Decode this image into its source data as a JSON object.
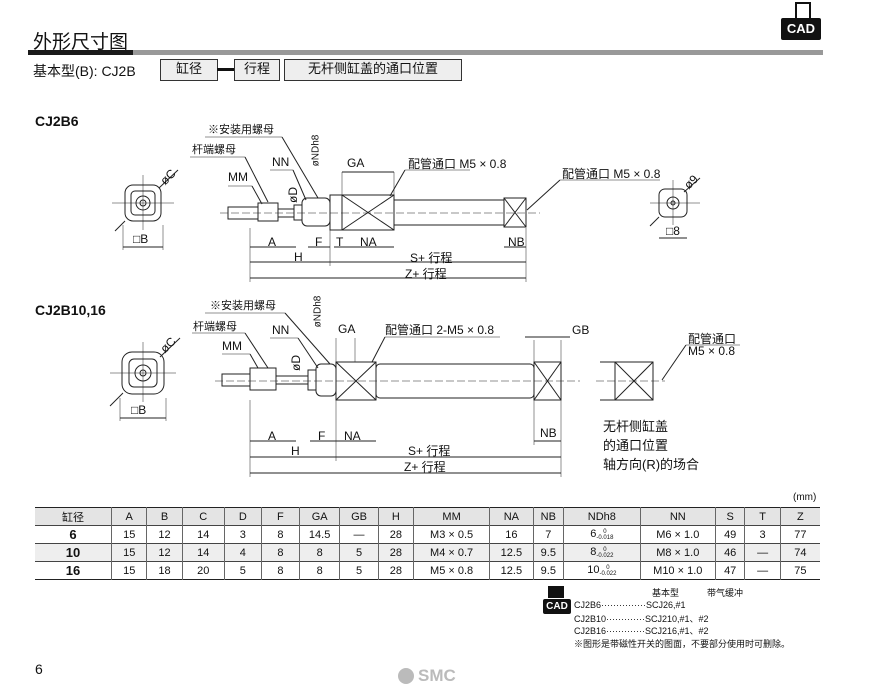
{
  "header": {
    "title": "外形尺寸图",
    "cad_badge": "CAD",
    "subtitle": "基本型(B): CJ2B",
    "boxes": [
      "缸径",
      "行程",
      "无杆侧缸盖的通口位置"
    ]
  },
  "diagram1": {
    "model": "CJ2B6",
    "labels": {
      "mount_nut": "※安装用螺母",
      "rod_nut": "杆端螺母",
      "nn": "NN",
      "nd": "øNDh8",
      "mm": "MM",
      "ga": "GA",
      "port1": "配管通口 M5 × 0.8",
      "port2": "配管通口 M5 × 0.8",
      "d": "øD",
      "c": "øC",
      "b": "□B",
      "phi9": "ø9",
      "sq8": "□8",
      "a": "A",
      "f": "F",
      "t": "T",
      "na": "NA",
      "nb": "NB",
      "h": "H",
      "s": "S+ 行程",
      "z": "Z+ 行程"
    }
  },
  "diagram2": {
    "model": "CJ2B10,16",
    "labels": {
      "mount_nut": "※安装用螺母",
      "rod_nut": "杆端螺母",
      "nn": "NN",
      "nd": "øNDh8",
      "mm": "MM",
      "ga": "GA",
      "port1": "配管通口 2-M5 × 0.8",
      "gb": "GB",
      "port2a": "配管通口",
      "port2b": "M5 × 0.8",
      "d": "øD",
      "c": "øC",
      "b": "□B",
      "a": "A",
      "f": "F",
      "na": "NA",
      "nb": "NB",
      "h": "H",
      "s": "S+ 行程",
      "z": "Z+ 行程",
      "note": [
        "无杆侧缸盖",
        "的通口位置",
        "轴方向(R)的场合"
      ]
    }
  },
  "table": {
    "unit": "(mm)",
    "headers": [
      "缸径",
      "A",
      "B",
      "C",
      "D",
      "F",
      "GA",
      "GB",
      "H",
      "MM",
      "NA",
      "NB",
      "NDh8",
      "NN",
      "S",
      "T",
      "Z"
    ],
    "rows": [
      [
        "6",
        "15",
        "12",
        "14",
        "3",
        "8",
        "14.5",
        "—",
        "28",
        "M3 × 0.5",
        "16",
        "7",
        "6",
        "M6 × 1.0",
        "49",
        "3",
        "77"
      ],
      [
        "10",
        "15",
        "12",
        "14",
        "4",
        "8",
        "8",
        "5",
        "28",
        "M4 × 0.7",
        "12.5",
        "9.5",
        "8",
        "M8 × 1.0",
        "46",
        "—",
        "74"
      ],
      [
        "16",
        "15",
        "18",
        "20",
        "5",
        "8",
        "8",
        "5",
        "28",
        "M5 × 0.8",
        "12.5",
        "9.5",
        "10",
        "M10 × 1.0",
        "47",
        "—",
        "75"
      ]
    ],
    "nd_tolerances": [
      {
        "upper": "0",
        "lower": "-0.018"
      },
      {
        "upper": "0",
        "lower": "-0.022"
      },
      {
        "upper": "0",
        "lower": "-0.022"
      }
    ]
  },
  "legend": {
    "cad": "CAD",
    "col1": "基本型",
    "col2": "带气缓冲",
    "rows": [
      "CJ2B6···············SCJ26,#1",
      "CJ2B10·············SCJ210,#1、#2",
      "CJ2B16·············SCJ216,#1、#2"
    ],
    "note": "※图形是带磁性开关的图面，不要部分使用时可删除。"
  },
  "footer": {
    "page": "6",
    "brand": "SMC"
  }
}
